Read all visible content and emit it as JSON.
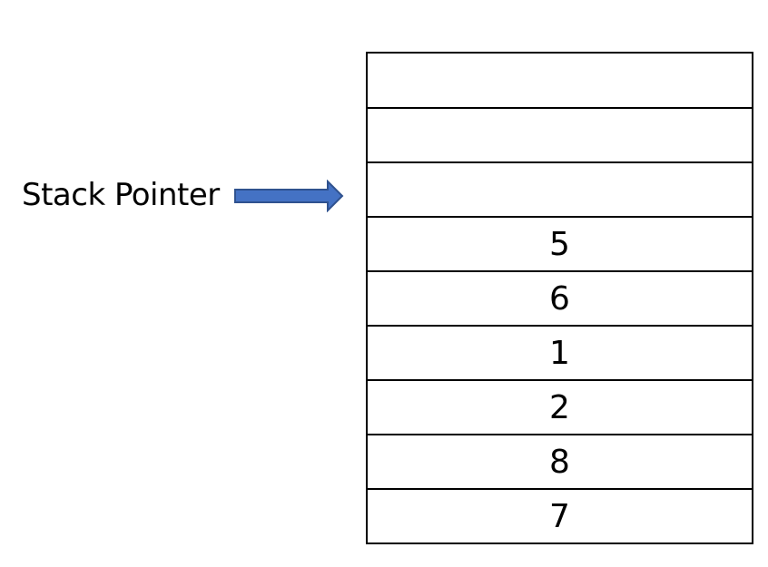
{
  "pointer": {
    "label": "Stack Pointer",
    "arrow_fill": "#4472C4",
    "arrow_stroke": "#2F528F"
  },
  "stack": {
    "cells": [
      "",
      "",
      "",
      "5",
      "6",
      "1",
      "2",
      "8",
      "7"
    ]
  }
}
